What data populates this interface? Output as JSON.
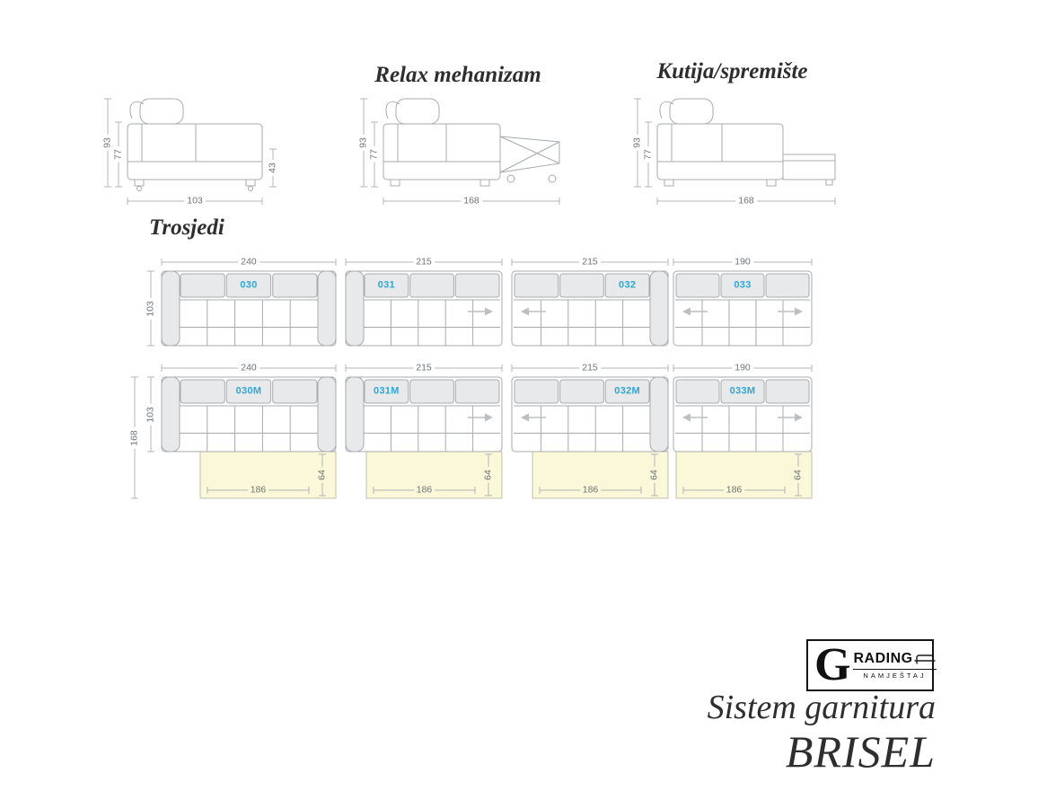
{
  "section_title": "Trosjedi",
  "side_views": {
    "basic": {
      "dim_total_height": "93",
      "dim_seat_height": "77",
      "dim_width": "103",
      "dim_arm_height": "43"
    },
    "relax": {
      "title": "Relax mehanizam",
      "dim_total_height": "93",
      "dim_seat_height": "77",
      "dim_width": "168"
    },
    "box": {
      "title": "Kutija/spremište",
      "dim_total_height": "93",
      "dim_seat_height": "77",
      "dim_width": "168"
    }
  },
  "row1": [
    {
      "code": "030",
      "width_cm": "240",
      "depth_cm": "103",
      "arm_left": true,
      "arm_right": true,
      "code_cushion": 1,
      "arrows": []
    },
    {
      "code": "031",
      "width_cm": "215",
      "arm_left": true,
      "arm_right": false,
      "code_cushion": 0,
      "arrows": [
        "right"
      ]
    },
    {
      "code": "032",
      "width_cm": "215",
      "arm_left": false,
      "arm_right": true,
      "code_cushion": 2,
      "arrows": [
        "left"
      ]
    },
    {
      "code": "033",
      "width_cm": "190",
      "arm_left": false,
      "arm_right": false,
      "code_cushion": 1,
      "arrows": [
        "left",
        "right"
      ]
    }
  ],
  "row2": [
    {
      "code": "030M",
      "width_cm": "240",
      "depth_cm": "103",
      "total_depth_cm": "168",
      "bed_width_cm": "186",
      "bed_depth_cm": "64",
      "arm_left": true,
      "arm_right": true,
      "code_cushion": 1,
      "arrows": []
    },
    {
      "code": "031M",
      "width_cm": "215",
      "bed_width_cm": "186",
      "bed_depth_cm": "64",
      "arm_left": true,
      "arm_right": false,
      "code_cushion": 0,
      "arrows": [
        "right"
      ]
    },
    {
      "code": "032M",
      "width_cm": "215",
      "bed_width_cm": "186",
      "bed_depth_cm": "64",
      "arm_left": false,
      "arm_right": true,
      "code_cushion": 2,
      "arrows": [
        "left"
      ]
    },
    {
      "code": "033M",
      "width_cm": "190",
      "bed_width_cm": "186",
      "bed_depth_cm": "64",
      "arm_left": false,
      "arm_right": false,
      "code_cushion": 1,
      "arrows": [
        "left",
        "right"
      ]
    }
  ],
  "footer": {
    "brand_g": "G",
    "brand_rest": "RADING",
    "brand_sub": "NAMJEŠTAJ",
    "series_line1": "Sistem garnitura",
    "series_line2": "BRISEL"
  },
  "colors": {
    "accent_blue": "#2fa7d9",
    "line_gray": "#a7abae",
    "fill_gray": "#e8e9ea",
    "bed_yellow": "#faf8d8",
    "dim_text": "#6e7377",
    "title_dark": "#2e2e2e"
  }
}
